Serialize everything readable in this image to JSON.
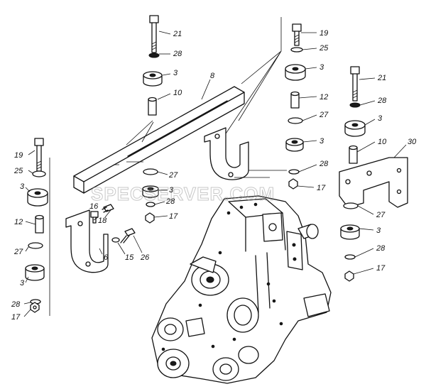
{
  "watermark": "SPECSERVER.COM",
  "callouts": {
    "c21_top": "21",
    "c28_top": "28",
    "c3_top": "3",
    "c10_top": "10",
    "c8": "8",
    "c19_top": "19",
    "c25_top": "25",
    "c3_mid": "3",
    "c12_mid": "12",
    "c27_mid": "27",
    "c3_mid2": "3",
    "c28_mid": "28",
    "c17_mid": "17",
    "c21_right": "21",
    "c28_right": "28",
    "c3_right": "3",
    "c10_right": "10",
    "c30": "30",
    "c27_right": "27",
    "c3_right2": "3",
    "c28_right2": "28",
    "c17_right": "17",
    "c19_left": "19",
    "c25_left": "25",
    "c3_left": "3",
    "c12_left": "12",
    "c27_left": "27",
    "c3_left2": "3",
    "c28_left": "28",
    "c17_left": "17",
    "c16": "16",
    "c18": "18",
    "c6": "6",
    "c15": "15",
    "c26": "26",
    "c27_center": "27",
    "c3_center": "3",
    "c28_center": "28",
    "c17_center": "17"
  }
}
